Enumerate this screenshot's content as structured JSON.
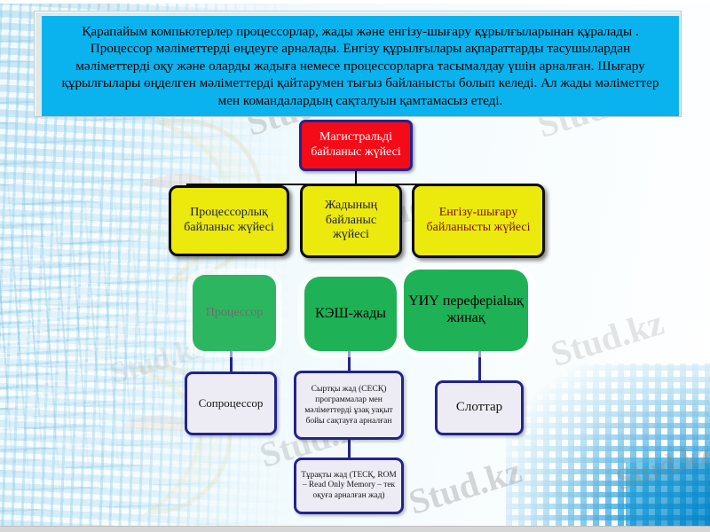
{
  "banner": {
    "text": "Қарапайым компьютерлер процессорлар, жады және енгізу-шығару құрылғыларынан құралады . Процессор мәліметтерді өңдеуге арналады. Енгізу құрылғылары ақпараттарды тасушылардан мәліметтерді оқу және оларды жадыға немесе процессорларға тасымалдау үшін арналған. Шығару құрылғылары өңделген мәліметтерді қайтарумен тығыз байланысты болып келеді. Ал жады мәліметтер мен командалардың сақталуын қамтамасыз етеді."
  },
  "diagram": {
    "root": {
      "label": "Магистральді байланыс жүйесі",
      "color": "#f50b17",
      "border": "#24248c",
      "text_color": "#ffffff"
    },
    "level2": [
      {
        "label": "Процессорлық байланыс жүйесі",
        "color": "#ece90c",
        "text_color": "#1c1c4e"
      },
      {
        "label": "Жадының байланыс жүйесі",
        "color": "#ece90c",
        "text_color": "#1c1c4e"
      },
      {
        "label": "Енгізу-шығару байланысты жүйесі",
        "color": "#ece90c",
        "text_color": "#7a1008"
      }
    ],
    "level3": [
      {
        "label": "Процессор",
        "color": "#2db660",
        "text_color": "#6d6d6d"
      },
      {
        "label": "КЭШ-жады",
        "color": "#1fb155",
        "text_color": "#000000"
      },
      {
        "label": "ҮИҮ переферialық жинақ",
        "color": "#1fb155",
        "text_color": "#000000"
      }
    ],
    "level4": [
      {
        "label": "Сопроцессор",
        "color": "#edecf4",
        "border": "#23238e"
      },
      {
        "label": "Сыртқы жад (СЕСҚ) программалар мен мәліметтерді ұзақ уақыт бойы сақтауға арналған",
        "color": "#edecf4",
        "border": "#23238e"
      },
      {
        "label": "Слоттар",
        "color": "#edecf4",
        "border": "#23238e"
      }
    ],
    "level5": [
      {
        "label": "Тұрақты жад (ТЕСҚ, ROM – Read Only Memory – тек оқуға арналған жад)",
        "color": "#edecf4",
        "border": "#23238e"
      }
    ]
  },
  "watermarks": {
    "w1": "Stud.kz",
    "w2": "Stud.kz",
    "w3": "Stud.kz",
    "w4": "Stud.kz",
    "w5": "Stud.kz",
    "w6": "Stud.kz",
    "w7": "Stud.kz",
    "w8": "Stud.kz"
  },
  "colors": {
    "banner_bg": "#0bb3ee",
    "accent_red": "#f50b17",
    "accent_yellow": "#ece90c",
    "accent_green": "#1fb155",
    "accent_navy": "#23238e",
    "page_bg": "#eaf6fc"
  }
}
